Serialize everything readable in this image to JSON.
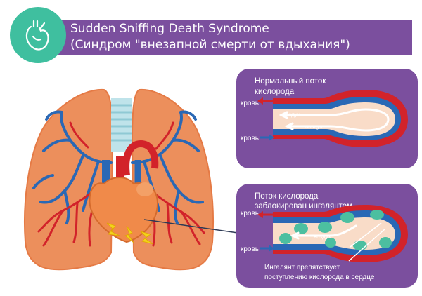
{
  "banner": {
    "title_en": "Sudden Sniffing Death Syndrome",
    "title_ru": "(Синдром \"внезапной смерти от вдыхания\")",
    "icon": "heart-icon"
  },
  "panel_top": {
    "title_line1": "Нормальный поток",
    "title_line2": "кислорода",
    "blood_top": "кровь",
    "blood_bottom": "кровь",
    "air_label_1": "воздух",
    "air_label_2": "воздух"
  },
  "panel_bottom": {
    "title_line1": "Поток кислорода",
    "title_line2": "заблокирован ингалянтом",
    "blood_top": "кровь",
    "blood_bottom": "кровь",
    "air_label": "воздух",
    "note_line1": "Ингалянт препятствует",
    "note_line2": "поступлению кислорода в сердце"
  },
  "colors": {
    "purple": "#7b4f9e",
    "teal": "#3fbf9f",
    "lung": "#ec8f5c",
    "lung_outline": "#e57a45",
    "artery": "#d2232a",
    "vein": "#2a68b5",
    "trachea": "#bfe3ea",
    "inhalant": "#4cbfa0"
  }
}
